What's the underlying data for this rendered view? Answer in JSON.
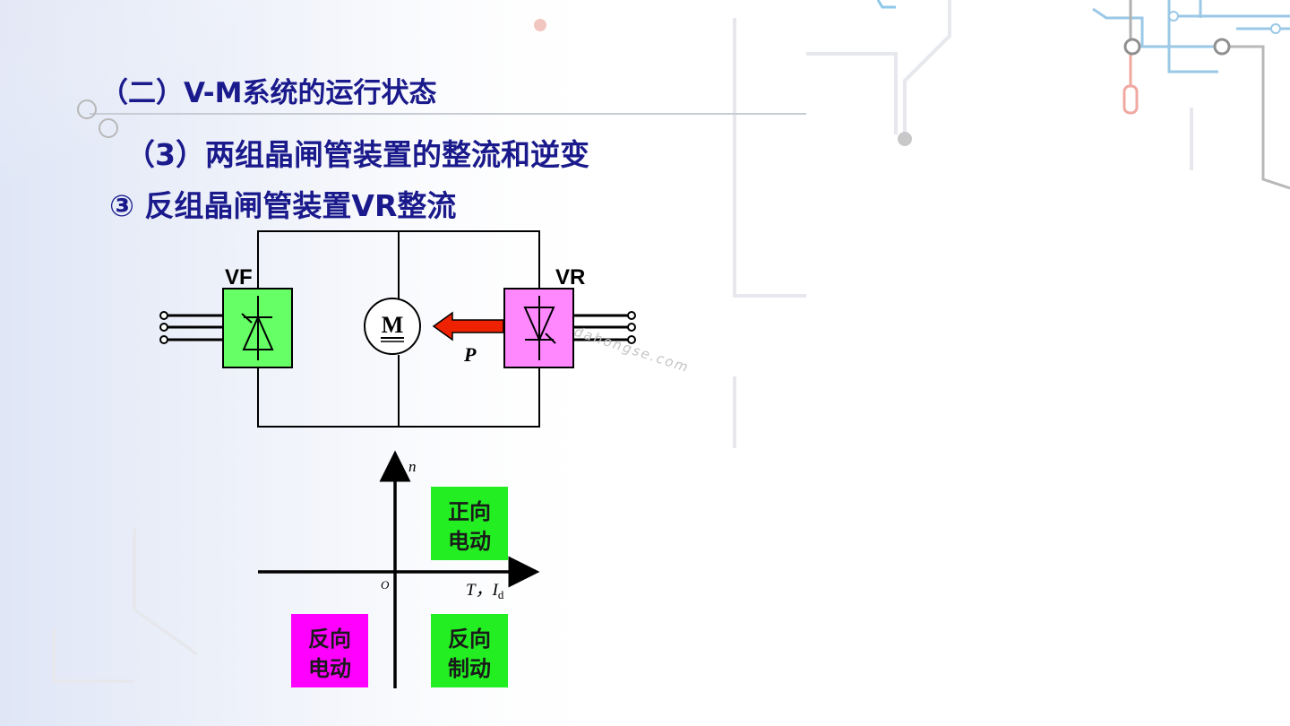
{
  "slide": {
    "title": "（二）V-M系统的运行状态",
    "subtitle": "（3）两组晶闸管装置的整流和逆变",
    "item": "③ 反组晶闸管装置VR整流"
  },
  "circuit": {
    "vf_label": "VF",
    "vr_label": "VR",
    "motor_label": "M",
    "power_label": "P",
    "watermark": "dahongse.com",
    "colors": {
      "converter": "#66ff66",
      "reverse_converter": "#ff88ff",
      "arrow": "#ee2200"
    }
  },
  "quadrant": {
    "n_axis": "n",
    "origin": "O",
    "t_axis": "T，I",
    "t_axis_sub": "d",
    "q1": {
      "line1": "正向",
      "line2": "电动",
      "color": "#22ee22"
    },
    "q3": {
      "line1": "反向",
      "line2": "电动",
      "color": "#ff00ff"
    },
    "q4": {
      "line1": "反向",
      "line2": "制动",
      "color": "#22ee22"
    }
  }
}
